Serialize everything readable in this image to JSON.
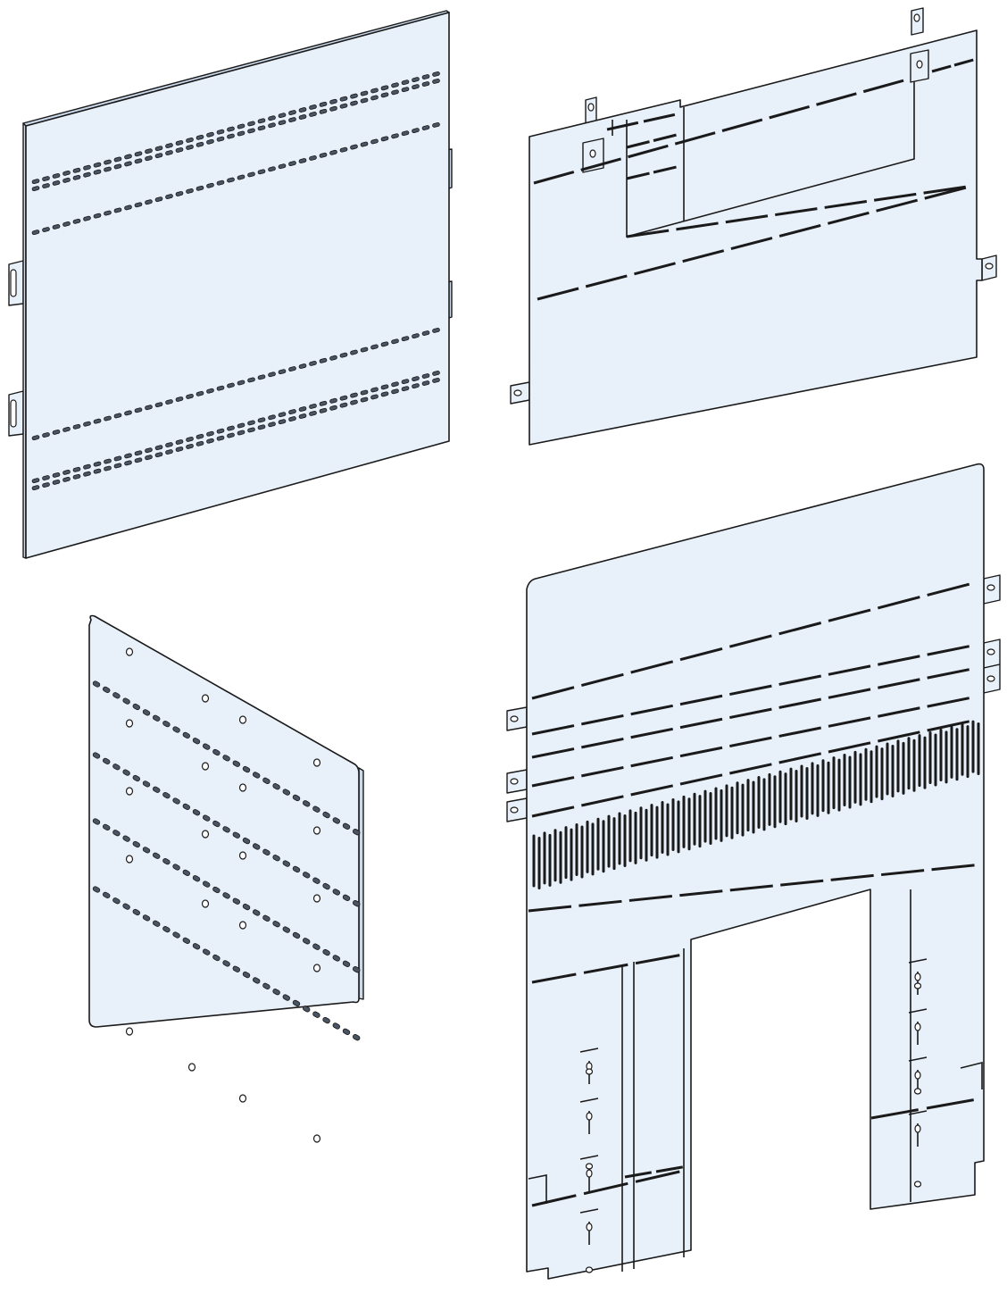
{
  "figure": {
    "description_visible_text": "",
    "colors": {
      "plate_fill": "#e8f0fa",
      "edge_fill": "#c9d8ea",
      "line": "#1a1a1a",
      "slot_fill": "#4a5563",
      "hole_fill": "#ffffff",
      "background": "#ffffff"
    },
    "panels": [
      {
        "id": "plate-top-left",
        "kind": "perforated-mounting-plate",
        "rows_of_slots": 6
      },
      {
        "id": "plate-top-right",
        "kind": "cutout-partition-plate"
      },
      {
        "id": "plate-bottom-left",
        "kind": "universal-mounting-plate",
        "rows_of_slots": 4
      },
      {
        "id": "plate-bottom-right",
        "kind": "ventilated-u-shaped-plate"
      }
    ]
  }
}
